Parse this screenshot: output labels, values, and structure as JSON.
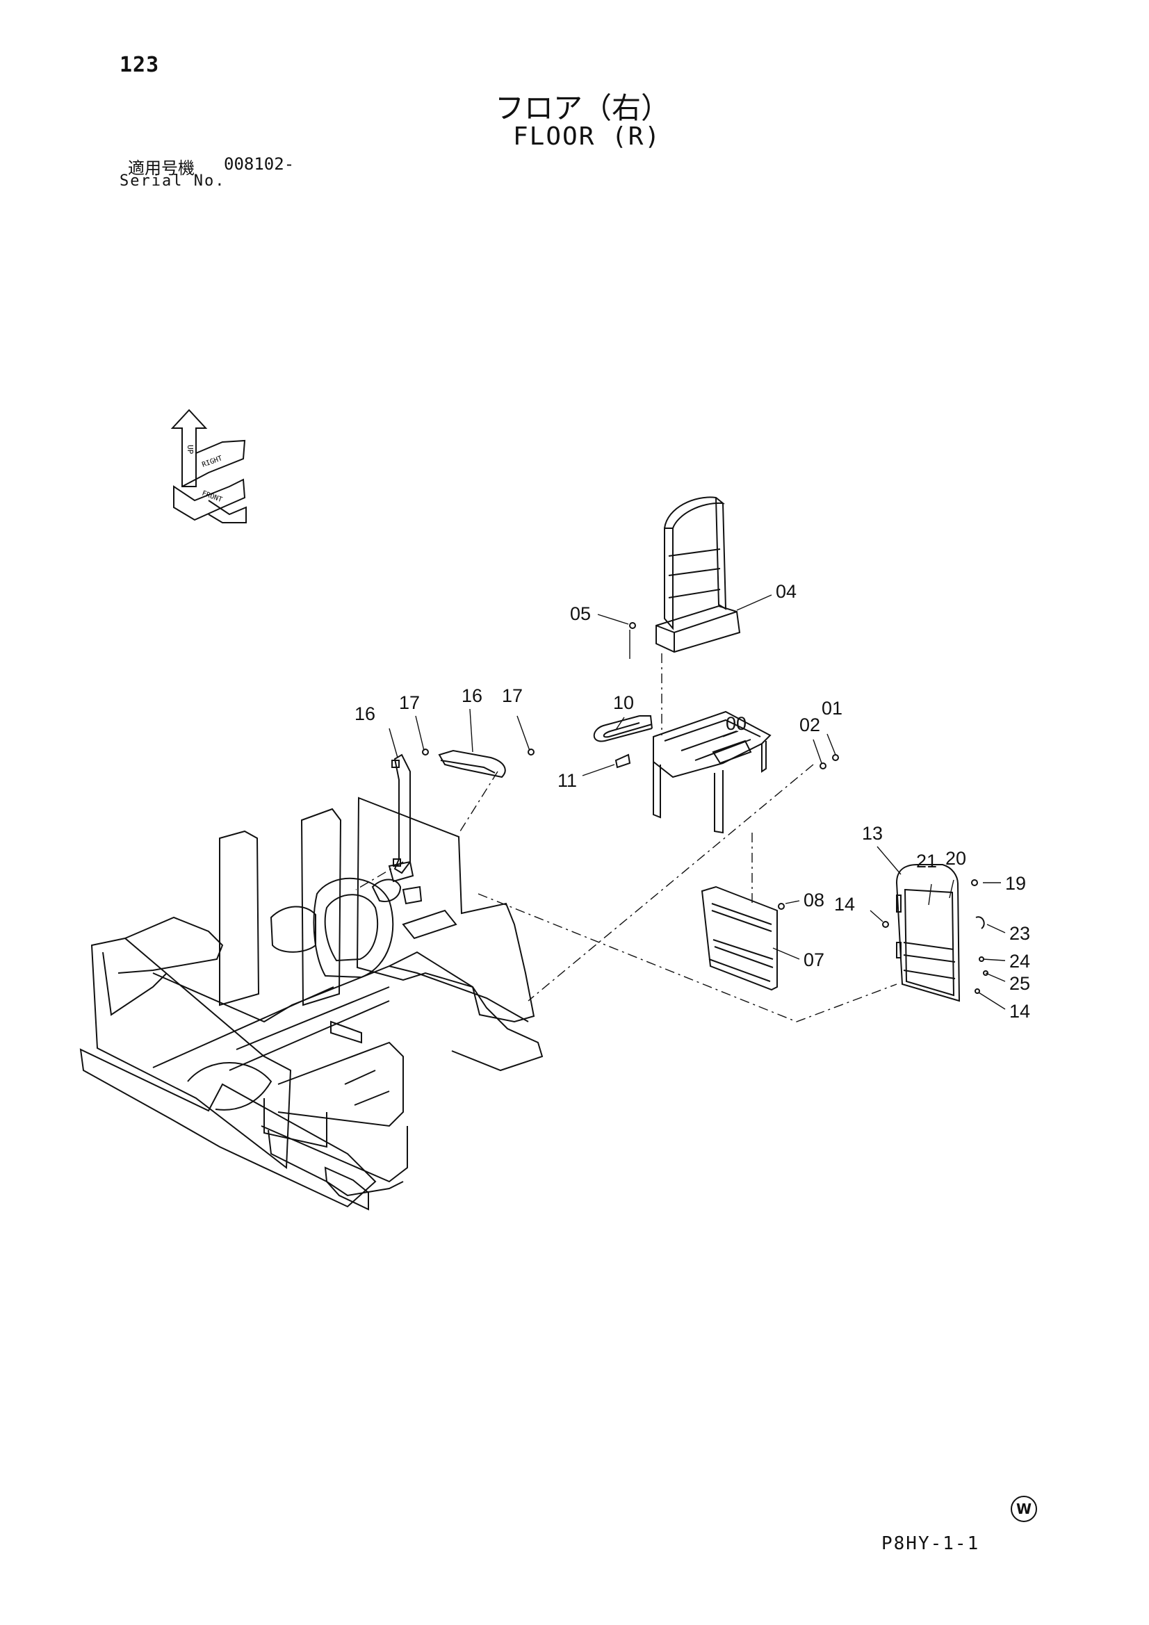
{
  "header": {
    "page_number": "123",
    "title_jp": "フロア（右）",
    "title_en": "FLOOR (R)",
    "serial_jp_label": "適用号機",
    "serial_value": "008102-",
    "serial_en_label": "Serial No."
  },
  "orientation_icon": {
    "labels": [
      "UP",
      "RIGHT",
      "FRONT"
    ]
  },
  "callouts": {
    "c04": "04",
    "c05": "05",
    "c16a": "16",
    "c17a": "17",
    "c16b": "16",
    "c17b": "17",
    "c10": "10",
    "c00": "00",
    "c01": "01",
    "c02": "02",
    "c11": "11",
    "c13": "13",
    "c21": "21",
    "c20": "20",
    "c19": "19",
    "c08": "08",
    "c14a": "14",
    "c23": "23",
    "c07": "07",
    "c24": "24",
    "c25": "25",
    "c14b": "14"
  },
  "footer": {
    "mark": "W",
    "page_code": "P8HY-1-1"
  }
}
